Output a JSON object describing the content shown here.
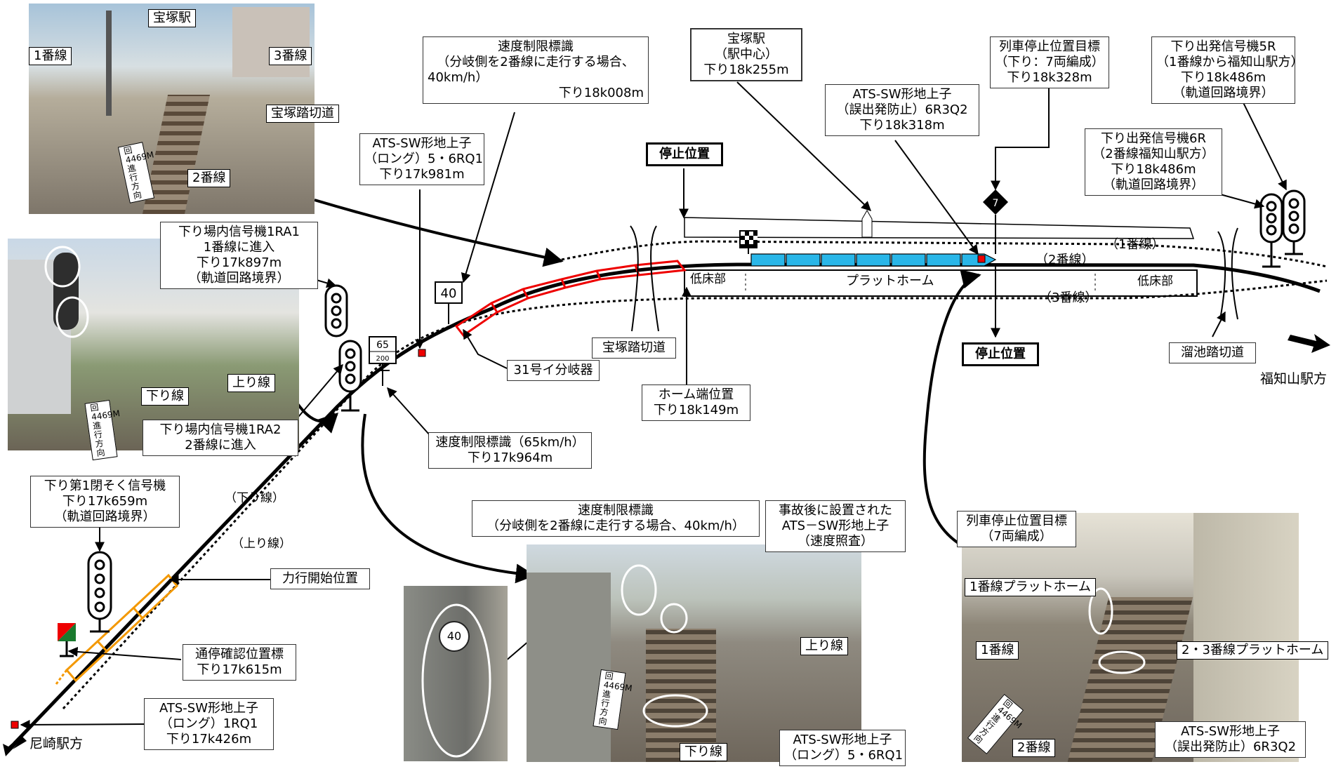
{
  "photos": {
    "station": {
      "title": "宝塚駅",
      "line1": "1番線",
      "line3": "3番線",
      "crossing": "宝塚踏切道",
      "line2": "2番線",
      "direction": "回4469M進行方向"
    },
    "entry_signal": {
      "upline": "上り線",
      "downline": "下り線",
      "direction": "回4469M進行方向"
    },
    "sign40": {
      "value": "40"
    },
    "track": {
      "upline": "上り線",
      "downline": "下り線",
      "direction": "回4469M進行方向"
    },
    "platform": {
      "plat1": "1番線プラットホーム",
      "line1": "1番線",
      "plat23": "2・3番線プラットホーム",
      "line2": "2番線",
      "direction": "回4469M進行方向"
    }
  },
  "labels": {
    "speed40_top": [
      "速度制限標識",
      "（分岐側を2番線に走行する場合、",
      "40km/h）",
      "下り18k008m"
    ],
    "station_center": [
      "宝塚駅",
      "（駅中心）",
      "下り18k255m"
    ],
    "stop_target_top": [
      "列車停止位置目標",
      "（下り：7両編成）",
      "下り18k328m"
    ],
    "signal5r": [
      "下り出発信号機5R",
      "（1番線から福知山駅方）",
      "下り18k486m",
      "（軌道回路境界）"
    ],
    "ats_6r3q2_top": [
      "ATS-SW形地上子",
      "（誤出発防止）6R3Q2",
      "下り18k318m"
    ],
    "signal6r": [
      "下り出発信号機6R",
      "（2番線福知山駅方）",
      "下り18k486m",
      "（軌道回路境界）"
    ],
    "ats_56rq1_top": [
      "ATS-SW形地上子",
      "（ロング）5・6RQ1",
      "下り17k981m"
    ],
    "stop_pos_top": "停止位置",
    "stop_pos_bottom": "停止位置",
    "signal1ra1": [
      "下り場内信号機1RA1",
      "1番線に進入",
      "下り17k897m",
      "（軌道回路境界）"
    ],
    "signal1ra2": [
      "下り場内信号機1RA2",
      "2番線に進入"
    ],
    "switch31": "31号イ分岐器",
    "takarazuka_crossing": "宝塚踏切道",
    "platform_end": [
      "ホーム端位置",
      "下り18k149m"
    ],
    "tameike_crossing": "溜池踏切道",
    "speed65": [
      "速度制限標識（65km/h）",
      "下り17k964m"
    ],
    "block_signal": [
      "下り第1閉そく信号機",
      "下り17k659m",
      "（軌道回路境界）"
    ],
    "power_start": "力行開始位置",
    "pass_check": [
      "通停確認位置標",
      "下り17k615m"
    ],
    "ats_1rq1": [
      "ATS-SW形地上子",
      "（ロング）1RQ1",
      "下り17k426m"
    ],
    "speed40_photo": [
      "速度制限標識",
      "（分岐側を2番線に走行する場合、40km/h）"
    ],
    "ats_speed_check": [
      "事故後に設置された",
      "ATS－SW形地上子",
      "（速度照査）"
    ],
    "ats_56rq1_photo": [
      "ATS-SW形地上子",
      "（ロング）5・6RQ1"
    ],
    "stop_target_photo": [
      "列車停止位置目標",
      "（7両編成）"
    ],
    "ats_6r3q2_photo": [
      "ATS-SW形地上子",
      "（誤出発防止）6R3Q2"
    ]
  },
  "track_text": {
    "line1": "（1番線）",
    "line2": "（2番線）",
    "line3": "（3番線）",
    "down": "（下り線）",
    "up": "（上り線）",
    "platform": "プラットホーム",
    "lowfloor": "低床部",
    "sign40": "40",
    "sign65": "65",
    "sign200": "200",
    "car_count": "7",
    "fukuchiyama": "福知山駅方",
    "amagasaki": "尼崎駅方"
  }
}
